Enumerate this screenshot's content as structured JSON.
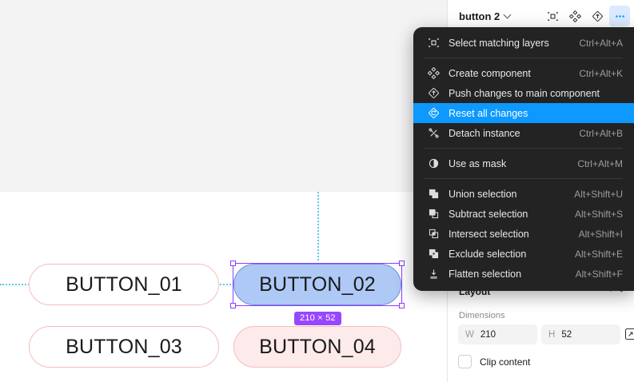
{
  "canvas": {
    "guides": {
      "vertical": true,
      "horizontal": true
    },
    "buttons": [
      {
        "id": "btn01",
        "label": "BUTTON_01",
        "style": "outline"
      },
      {
        "id": "btn02",
        "label": "BUTTON_02",
        "style": "selected"
      },
      {
        "id": "btn03",
        "label": "BUTTON_03",
        "style": "outline"
      },
      {
        "id": "btn04",
        "label": "BUTTON_04",
        "style": "filled"
      }
    ],
    "dimension_badge": "210 × 52"
  },
  "panel": {
    "title": "button 2",
    "header_icons": [
      {
        "name": "select-matching-layers-icon",
        "active": false
      },
      {
        "name": "create-component-icon",
        "active": false
      },
      {
        "name": "push-changes-icon",
        "active": false
      },
      {
        "name": "more-options-icon",
        "active": true
      }
    ],
    "layout": {
      "section_label": "Layout",
      "dimensions_label": "Dimensions",
      "width_key": "W",
      "width_value": "210",
      "height_key": "H",
      "height_value": "52",
      "clip_content_label": "Clip content",
      "clip_content_checked": false
    }
  },
  "context_menu": {
    "groups": [
      {
        "items": [
          {
            "label": "Select matching layers",
            "shortcut": "Ctrl+Alt+A",
            "icon": "select-matching-layers-icon",
            "highlight": false
          }
        ]
      },
      {
        "items": [
          {
            "label": "Create component",
            "shortcut": "Ctrl+Alt+K",
            "icon": "create-component-icon",
            "highlight": false
          },
          {
            "label": "Push changes to main component",
            "shortcut": "",
            "icon": "push-changes-icon",
            "highlight": false
          },
          {
            "label": "Reset all changes",
            "shortcut": "",
            "icon": "reset-changes-icon",
            "highlight": true
          },
          {
            "label": "Detach instance",
            "shortcut": "Ctrl+Alt+B",
            "icon": "detach-instance-icon",
            "highlight": false
          }
        ]
      },
      {
        "items": [
          {
            "label": "Use as mask",
            "shortcut": "Ctrl+Alt+M",
            "icon": "mask-icon",
            "highlight": false
          }
        ]
      },
      {
        "items": [
          {
            "label": "Union selection",
            "shortcut": "Alt+Shift+U",
            "icon": "union-selection-icon",
            "highlight": false
          },
          {
            "label": "Subtract selection",
            "shortcut": "Alt+Shift+S",
            "icon": "subtract-selection-icon",
            "highlight": false
          },
          {
            "label": "Intersect selection",
            "shortcut": "Alt+Shift+I",
            "icon": "intersect-selection-icon",
            "highlight": false
          },
          {
            "label": "Exclude selection",
            "shortcut": "Alt+Shift+E",
            "icon": "exclude-selection-icon",
            "highlight": false
          },
          {
            "label": "Flatten selection",
            "shortcut": "Alt+Shift+F",
            "icon": "flatten-selection-icon",
            "highlight": false
          }
        ]
      }
    ]
  },
  "colors": {
    "accent_blue": "#0d99ff",
    "selection_purple": "#8b3dff",
    "badge_purple": "#9747ff",
    "guide_blue": "#5ec8f0",
    "pill_border_pink": "#f6bdbd",
    "pill_fill_pink": "#fdeaea",
    "pill_fill_selected": "#aec9f5",
    "menu_bg": "#232323"
  }
}
